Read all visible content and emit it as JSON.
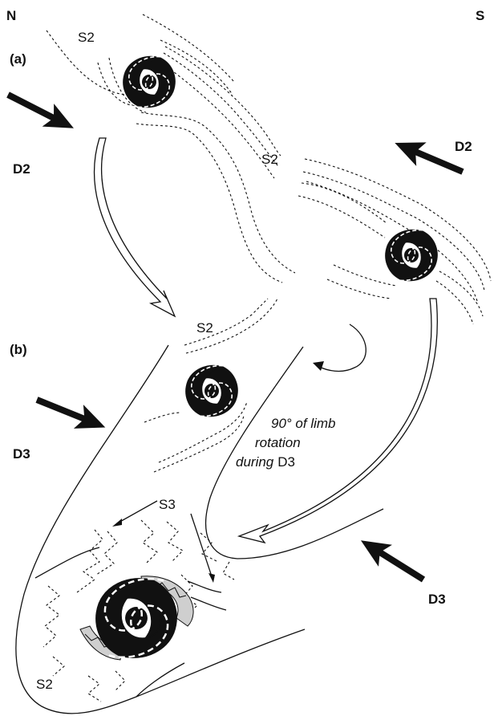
{
  "labels": {
    "north": "N",
    "south": "S",
    "panel_a": "(a)",
    "panel_b": "(b)",
    "d2_left": "D2",
    "d2_right": "D2",
    "d3_left": "D3",
    "d3_right": "D3",
    "s2_top": "S2",
    "s2_middle": "S2",
    "s2_panel_b": "S2",
    "s2_bottom": "S2",
    "s3": "S3",
    "rotation_line1": "90° of limb",
    "rotation_line2": "rotation",
    "rotation_line3_italic": "during",
    "rotation_line3_plain": "D3"
  },
  "colors": {
    "ink": "#111111",
    "background": "#ffffff",
    "overgrowth_rim": "#cfcfcf"
  },
  "icons": [
    "porphyroblast-spiral-icon",
    "shortening-arrow-icon",
    "transfer-arrow-icon",
    "rotation-arrow-icon"
  ]
}
